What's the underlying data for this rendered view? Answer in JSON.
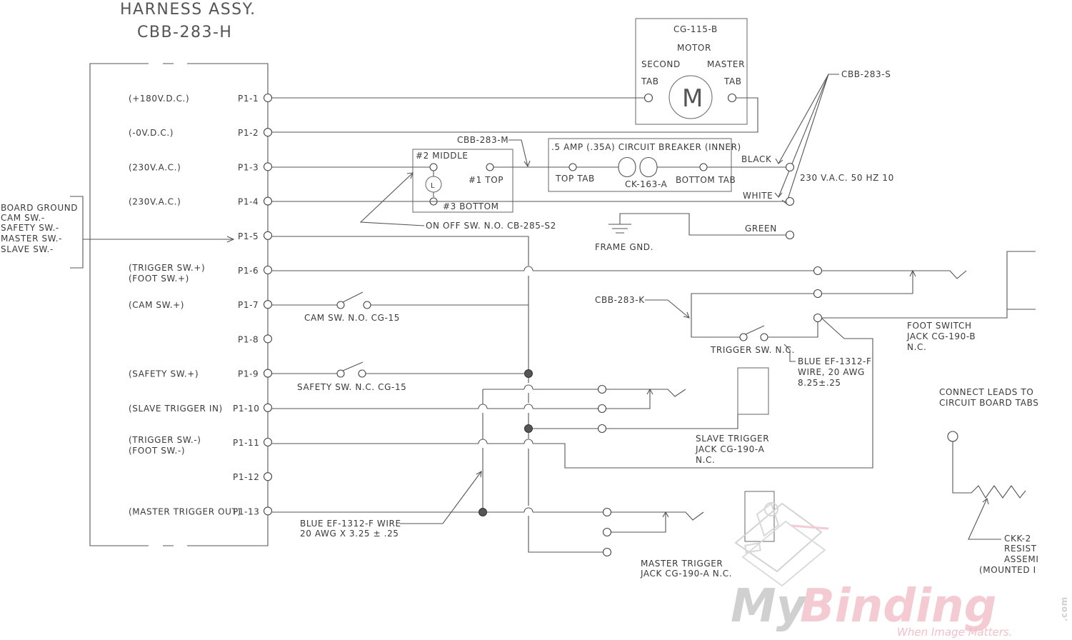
{
  "title": {
    "line1": "HARNESS ASSY.",
    "line2": "CBB-283-H"
  },
  "pins": [
    {
      "pin": "P1-1",
      "signal": "(+180V.D.C.)"
    },
    {
      "pin": "P1-2",
      "signal": "(-0V.D.C.)"
    },
    {
      "pin": "P1-3",
      "signal": "(230V.A.C.)"
    },
    {
      "pin": "P1-4",
      "signal": "(230V.A.C.)"
    },
    {
      "pin": "P1-5",
      "signal": ""
    },
    {
      "pin": "P1-6",
      "signal": "(TRIGGER SW.+)",
      "signal2": "(FOOT SW.+)"
    },
    {
      "pin": "P1-7",
      "signal": "(CAM SW.+)"
    },
    {
      "pin": "P1-8",
      "signal": ""
    },
    {
      "pin": "P1-9",
      "signal": "(SAFETY SW.+)"
    },
    {
      "pin": "P1-10",
      "signal": "(SLAVE TRIGGER IN)"
    },
    {
      "pin": "P1-11",
      "signal": "(TRIGGER SW.-)",
      "signal2": "(FOOT SW.-)"
    },
    {
      "pin": "P1-12",
      "signal": ""
    },
    {
      "pin": "P1-13",
      "signal": "(MASTER TRIGGER OUT)"
    }
  ],
  "board_ground": [
    "BOARD GROUND",
    "CAM SW.-",
    "SAFETY SW.-",
    "MASTER SW.-",
    "SLAVE SW.-"
  ],
  "motor": {
    "part": "CG-115-B",
    "label": "MOTOR",
    "second": "SECOND",
    "master": "MASTER",
    "tab": "TAB",
    "symbol": "M"
  },
  "cbb_283_s": "CBB-283-S",
  "cbb_283_m": "CBB-283-M",
  "cbb_283_k": "CBB-283-K",
  "on_off_switch": {
    "middle": "#2 MIDDLE",
    "top": "#1 TOP",
    "bottom": "#3 BOTTOM",
    "lamp": "L",
    "label": "ON OFF SW. N.O. CB-285-S2"
  },
  "breaker": {
    "label": ".5 AMP (.35A) CIRCUIT BREAKER (INNER)",
    "top_tab": "TOP TAB",
    "bottom_tab": "BOTTOM TAB",
    "part": "CK-163-A"
  },
  "power": {
    "black": "BLACK",
    "white": "WHITE",
    "green": "GREEN",
    "voltage": "230 V.A.C. 50 HZ 10",
    "frame_gnd": "FRAME GND."
  },
  "cam_switch": "CAM SW. N.O. CG-15",
  "safety_switch": "SAFETY SW. N.C. CG-15",
  "trigger_switch": "TRIGGER SW. N.C.",
  "foot_switch": [
    "FOOT SWITCH",
    "JACK CG-190-B",
    "N.C."
  ],
  "blue_wire_1": [
    "BLUE EF-1312-F",
    "WIRE, 20 AWG",
    "8.25±.25"
  ],
  "blue_wire_2": [
    "BLUE EF-1312-F WIRE",
    "20 AWG X 3.25 ± .25"
  ],
  "slave_trigger": [
    "SLAVE TRIGGER",
    "JACK CG-190-A",
    "N.C."
  ],
  "master_trigger": [
    "MASTER TRIGGER",
    "JACK CG-190-A   N.C."
  ],
  "connect_leads": [
    "CONNECT LEADS TO",
    "CIRCUIT BOARD TABS"
  ],
  "resistor": [
    "CKK-2",
    "RESIST",
    "ASSEMI",
    "(MOUNTED I"
  ],
  "watermark": {
    "brand_a": "My",
    "brand_b": "Binding",
    "suffix": ".com",
    "tagline": "When Image Matters."
  },
  "colors": {
    "line": "#555555",
    "text": "#3a3a3a",
    "logo_gray": "#c8c8c8",
    "logo_pink": "#f3c6cf"
  }
}
